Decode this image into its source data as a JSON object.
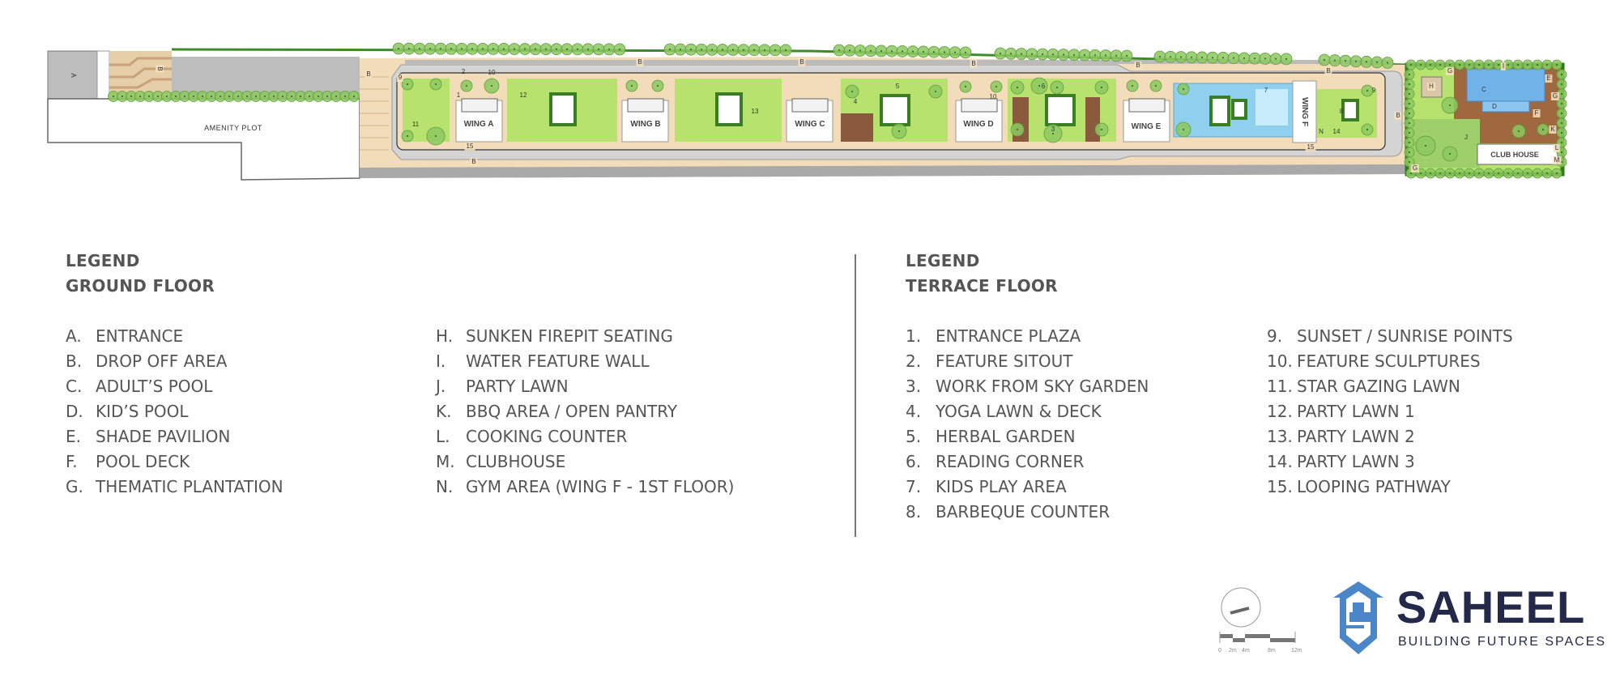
{
  "plan": {
    "labels": [
      "A",
      "B",
      "AMENITY PLOT",
      "B",
      "B",
      "B",
      "B",
      "B",
      "B",
      "B",
      "B",
      "WING A",
      "WING B",
      "WING C",
      "WING D",
      "WING E",
      "WING F",
      "CLUB HOUSE",
      "9",
      "11",
      "12",
      "13",
      "14",
      "15",
      "15",
      "C",
      "D",
      "E",
      "F",
      "G",
      "G",
      "G",
      "H",
      "I",
      "J",
      "K",
      "L",
      "M",
      "N",
      "1",
      "10",
      "7",
      "8",
      "3",
      "4",
      "5",
      "6",
      "2",
      "10",
      "9"
    ],
    "colors": {
      "lawn": "#b8e26e",
      "deck": "#8b5a3c",
      "pool": "#8fd0ef",
      "paving": "#f3dcb9",
      "road": "#b9b9b9",
      "tree": "#7cbf45",
      "boundary": "#3f8a2a"
    }
  },
  "legend_ground": {
    "heading": "LEGEND",
    "subheading": "GROUND FLOOR",
    "items": [
      {
        "key": "A.",
        "label": "ENTRANCE"
      },
      {
        "key": "B.",
        "label": "DROP OFF AREA"
      },
      {
        "key": "C.",
        "label": "ADULT’S POOL"
      },
      {
        "key": "D.",
        "label": "KID’S POOL"
      },
      {
        "key": "E.",
        "label": "SHADE PAVILION"
      },
      {
        "key": "F.",
        "label": "POOL DECK"
      },
      {
        "key": "G.",
        "label": "THEMATIC PLANTATION"
      },
      {
        "key": "H.",
        "label": "SUNKEN FIREPIT SEATING"
      },
      {
        "key": "I.",
        "label": "WATER FEATURE WALL"
      },
      {
        "key": "J.",
        "label": "PARTY LAWN"
      },
      {
        "key": "K.",
        "label": "BBQ AREA / OPEN PANTRY"
      },
      {
        "key": "L.",
        "label": "COOKING COUNTER"
      },
      {
        "key": "M.",
        "label": "CLUBHOUSE"
      },
      {
        "key": "N.",
        "label": "GYM AREA (WING F - 1ST FLOOR)"
      }
    ]
  },
  "legend_terrace": {
    "heading": "LEGEND",
    "subheading": "TERRACE FLOOR",
    "items": [
      {
        "key": "1.",
        "label": "ENTRANCE PLAZA"
      },
      {
        "key": "2.",
        "label": "FEATURE SITOUT"
      },
      {
        "key": "3.",
        "label": "WORK FROM SKY GARDEN"
      },
      {
        "key": "4.",
        "label": "YOGA LAWN & DECK"
      },
      {
        "key": "5.",
        "label": "HERBAL GARDEN"
      },
      {
        "key": "6.",
        "label": "READING CORNER"
      },
      {
        "key": "7.",
        "label": "KIDS PLAY AREA"
      },
      {
        "key": "8.",
        "label": "BARBEQUE COUNTER"
      },
      {
        "key": "9.",
        "label": "SUNSET / SUNRISE POINTS"
      },
      {
        "key": "10.",
        "label": "FEATURE SCULPTURES"
      },
      {
        "key": "11.",
        "label": "STAR GAZING LAWN"
      },
      {
        "key": "12.",
        "label": "PARTY LAWN 1"
      },
      {
        "key": "13.",
        "label": "PARTY LAWN 2"
      },
      {
        "key": "14.",
        "label": "PARTY LAWN 3"
      },
      {
        "key": "15.",
        "label": "LOOPING PATHWAY"
      }
    ]
  },
  "scale_bar": {
    "ticks": [
      "0",
      "2m",
      "4m",
      "8m",
      "12m"
    ]
  },
  "logo": {
    "name": "SAHEEL",
    "tagline": "BUILDING FUTURE SPACES",
    "colors": {
      "mark": "#4a86c8",
      "text": "#23294a"
    }
  }
}
